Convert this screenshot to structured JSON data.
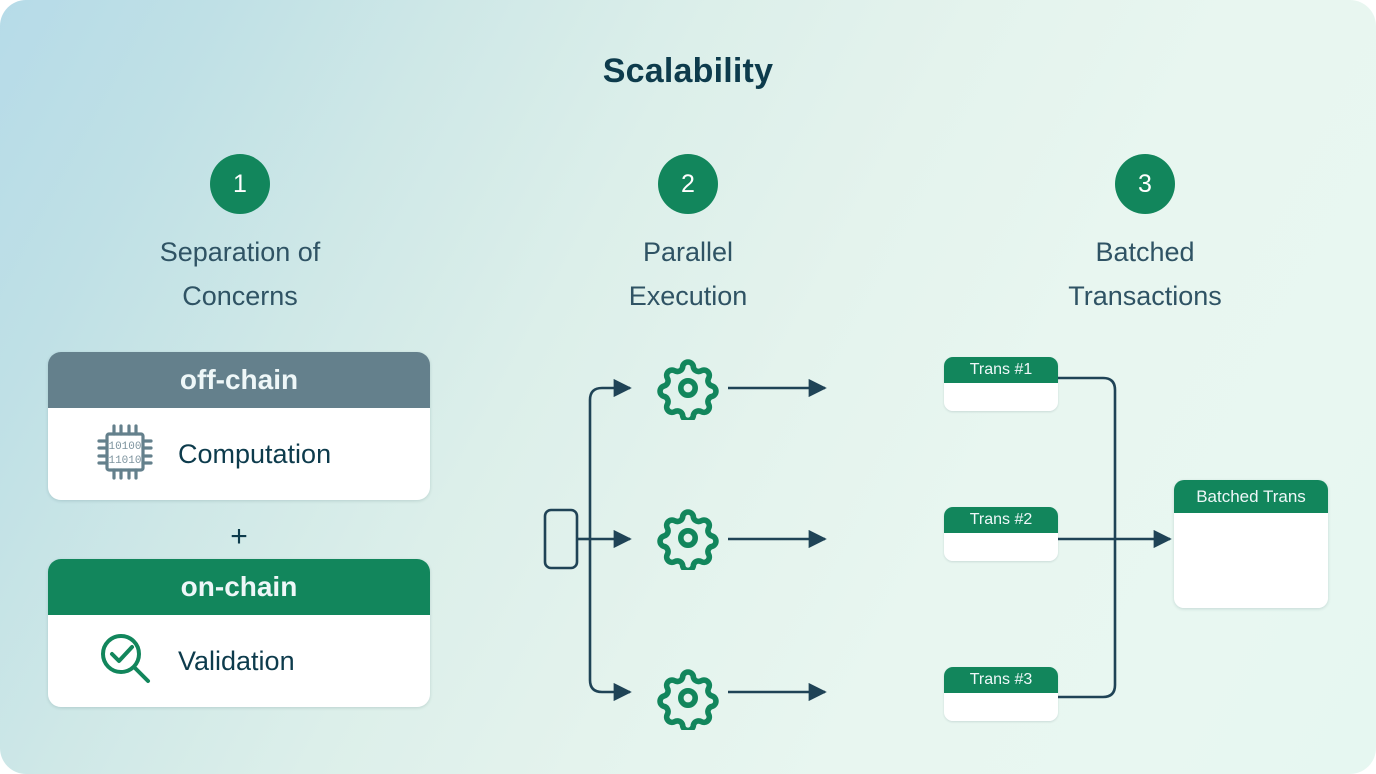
{
  "diagram": {
    "title": "Scalability",
    "background": {
      "from": "#b6dbe8",
      "to": "#e6f7f1"
    },
    "accent_green": "#12865c",
    "accent_slate": "#64808c",
    "text_navy": "#0d3b4c",
    "text_muted": "#2f5364"
  },
  "columns": [
    {
      "number": "1",
      "title": "Separation of\nConcerns"
    },
    {
      "number": "2",
      "title": "Parallel\nExecution"
    },
    {
      "number": "3",
      "title": "Batched\nTransactions"
    }
  ],
  "separation_of_concerns": {
    "offchain": {
      "header": "off-chain",
      "item_label": "Computation",
      "icon": "cpu-chip-icon",
      "chip_binary_top": "10100",
      "chip_binary_bottom": "11010",
      "header_color": "#64808c"
    },
    "operator": "+",
    "onchain": {
      "header": "on-chain",
      "item_label": "Validation",
      "icon": "magnifier-check-icon",
      "header_color": "#12865c"
    }
  },
  "parallel_execution": {
    "source_node": "input-block",
    "branches": 3,
    "branch_icon": "gear-icon",
    "outputs": 3
  },
  "batched_transactions": {
    "transactions": [
      {
        "label": "Trans #1"
      },
      {
        "label": "Trans #2"
      },
      {
        "label": "Trans #3"
      }
    ],
    "result": {
      "label": "Batched Trans"
    }
  }
}
